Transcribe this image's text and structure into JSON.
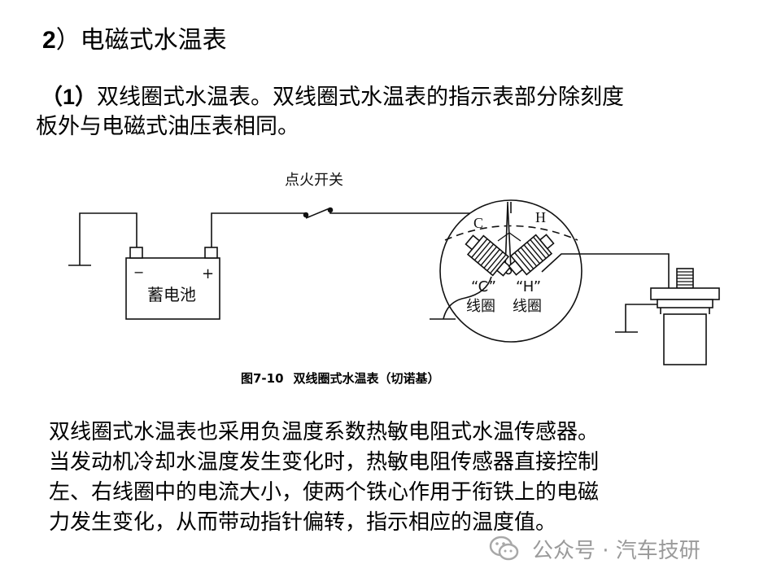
{
  "heading": {
    "number": "2",
    "text": "）电磁式水温表"
  },
  "intro": {
    "line1_number": "（1）",
    "line1_text": "双线圈式水温表。双线圈式水温表的指示表部分除刻度",
    "line2_text": "板外与电磁式油压表相同。"
  },
  "diagram": {
    "switch_label": "点火开关",
    "battery_label": "蓄电池",
    "battery_minus": "−",
    "battery_plus": "+",
    "gauge_c": "C",
    "gauge_h": "H",
    "coil_c_quote": "“C”",
    "coil_h_quote": "“H”",
    "coil_c_label": "线圈",
    "coil_h_label": "线圈"
  },
  "caption": {
    "number": "图7-10",
    "text": "双线圈式水温表（切诺基）"
  },
  "body": {
    "lines": [
      "双线圈式水温表也采用负温度系数热敏电阻式水温传感器。",
      "当发动机冷却水温度发生变化时，热敏电阻传感器直接控制",
      "左、右线圈中的电流大小，使两个铁心作用于衔铁上的电磁",
      "力发生变化，从而带动指针偏转，指示相应的温度值。"
    ]
  },
  "watermark": {
    "text": "公众号 · 汽车技研",
    "icon": "wechat-icon"
  }
}
